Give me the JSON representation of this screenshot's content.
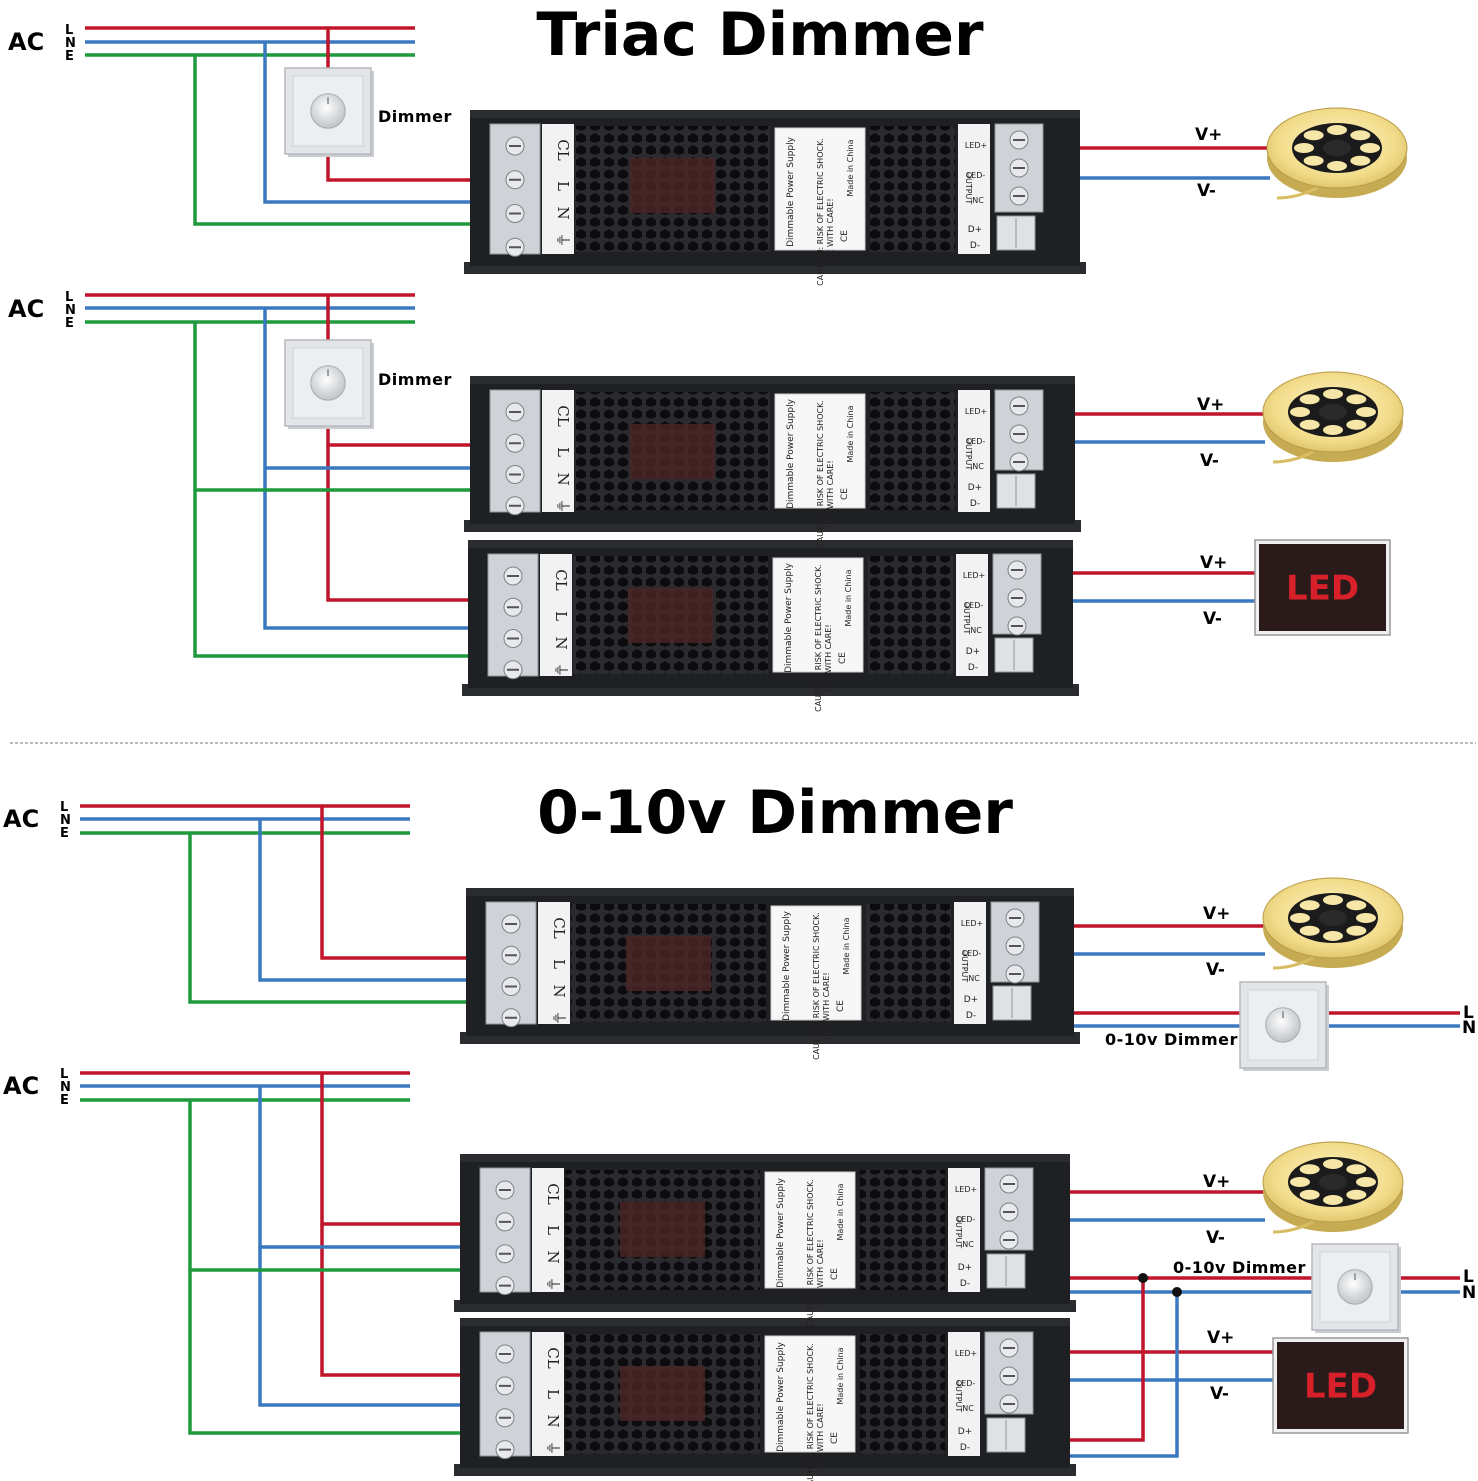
{
  "titles": {
    "triac": "Triac Dimmer",
    "zero_ten": "0-10v Dimmer"
  },
  "ac": {
    "label": "AC",
    "l": "L",
    "n": "N",
    "e": "E"
  },
  "labels": {
    "dimmer": "Dimmer",
    "zero_ten_dimmer": "0-10v Dimmer",
    "v_plus": "V+",
    "v_minus": "V-",
    "led_sign": "LED",
    "l_out": "L",
    "n_out": "N"
  },
  "psu": {
    "input_label_cl": "CL",
    "input_label_l": "L",
    "input_label_n": "N",
    "input_label_e": "⏚",
    "sticker_title": "Dimmable Power Supply",
    "sticker_caution": "CAUTION: RISK OF ELECTRIC SHOCK.",
    "sticker_care": "USE WITH CARE!",
    "sticker_made": "Made in China",
    "sticker_ce": "CE",
    "out_led_plus": "LED+",
    "out_led_minus": "LED-",
    "out_output": "OUTPUT",
    "out_nc": "NC",
    "out_d_plus": "D+",
    "out_d_minus": "D-"
  },
  "colors": {
    "live": "#c0152a",
    "neutral": "#3a78c0",
    "earth": "#1e9a3e",
    "psu_body": "#1f2023",
    "led_panel": "#2b1a1a"
  }
}
